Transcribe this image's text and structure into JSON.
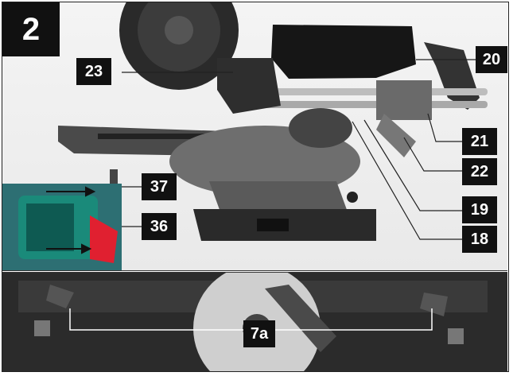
{
  "figure": {
    "number": "2"
  },
  "callouts": {
    "c20": "20",
    "c21": "21",
    "c22": "22",
    "c19": "19",
    "c18": "18",
    "c23": "23",
    "c37": "37",
    "c36": "36",
    "c7a": "7a"
  },
  "colors": {
    "badge": "#111111",
    "battery_accent": "#e02030",
    "battery_body": "#1a8a7a"
  }
}
